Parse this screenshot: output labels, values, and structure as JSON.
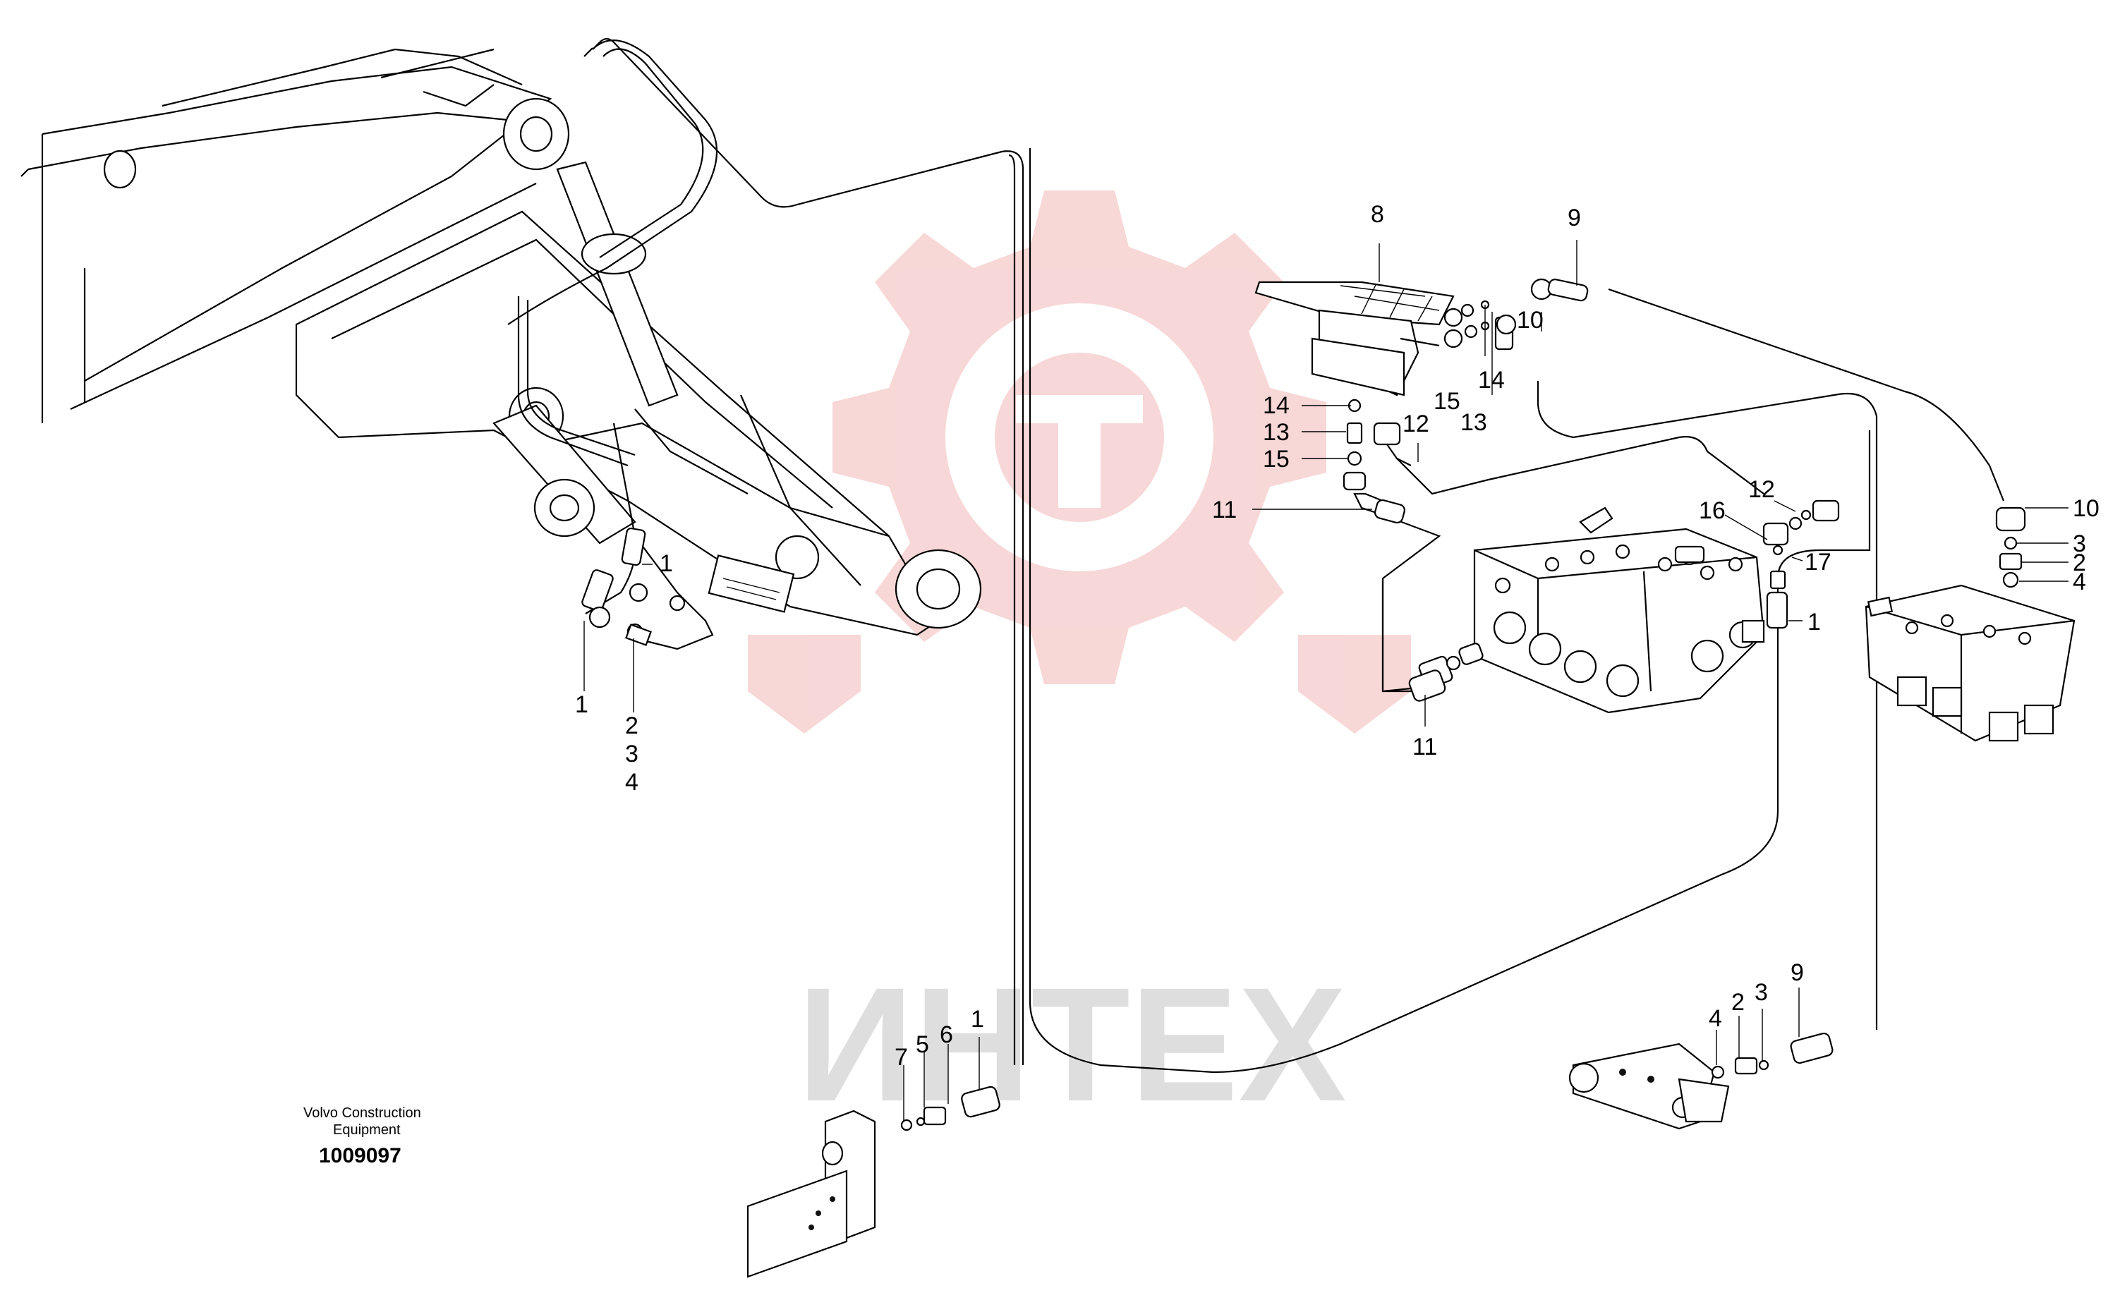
{
  "caption": {
    "company_line1": "Volvo Construction",
    "company_line2": "Equipment",
    "drawing_number": "1009097"
  },
  "watermark": {
    "text": "ИНТЕХ",
    "gear_color": "#f2b7b7",
    "text_color": "#d9d9d9"
  },
  "callouts": {
    "c_1_arm": "1",
    "c_1_arm_left": "1",
    "c_2_arm": "2",
    "c_3_arm": "3",
    "c_4_arm": "4",
    "c_7_bottom": "7",
    "c_5_bottom": "5",
    "c_6_bottom": "6",
    "c_1_bottom": "1",
    "c_8": "8",
    "c_9_top": "9",
    "c_10_top": "10",
    "c_14_top": "14",
    "c_13_top": "13",
    "c_15_top": "15",
    "c_14_left": "14",
    "c_13_left": "13",
    "c_15_left": "15",
    "c_12_top": "12",
    "c_11_left": "11",
    "c_11_bottom": "11",
    "c_12_right": "12",
    "c_16": "16",
    "c_17": "17",
    "c_1_valve": "1",
    "c_10_right": "10",
    "c_3_right": "3",
    "c_2_right": "2",
    "c_4_right": "4",
    "c_4_bottom": "4",
    "c_2_bottom": "2",
    "c_3_bottom": "3",
    "c_9_bottom": "9"
  }
}
